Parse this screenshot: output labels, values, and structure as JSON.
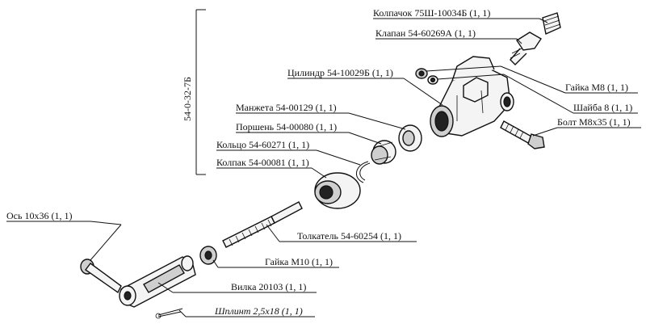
{
  "assembly": {
    "code": "54-0-32-7Б"
  },
  "labels": {
    "kolpachok": "Колпачок 75Ш-10034Б (1, 1)",
    "klapan": "Клапан 54-60269А (1, 1)",
    "cilindr": "Цилиндр 54-10029Б (1, 1)",
    "gaika_m8": "Гайка М8 (1, 1)",
    "shaiba": "Шайба 8 (1, 1)",
    "bolt": "Болт М8х35 (1, 1)",
    "manzheta": "Манжета 54-00129 (1, 1)",
    "porshen": "Поршень 54-00080 (1, 1)",
    "kolco": "Кольцо 54-60271 (1, 1)",
    "kolpak": "Колпак 54-00081 (1, 1)",
    "os": "Ось 10х36 (1, 1)",
    "tolkatel": "Толкатель 54-60254 (1, 1)",
    "gaika_m10": "Гайка М10 (1, 1)",
    "vilka": "Вилка 20103 (1, 1)",
    "shplint": "Шплинт 2,5х18 (1, 1)"
  }
}
